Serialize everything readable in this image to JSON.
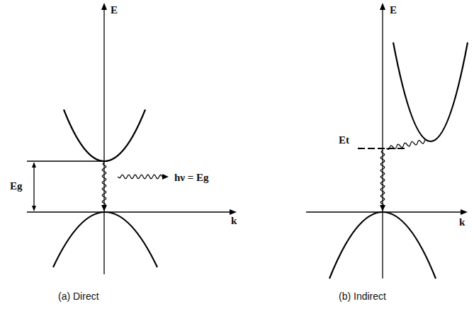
{
  "diagram": {
    "labels": [
      "E",
      "Eg",
      "hν = Eg",
      "k",
      "(a) Direct",
      "E",
      "Et",
      "k",
      "(b) Indirect"
    ]
  }
}
